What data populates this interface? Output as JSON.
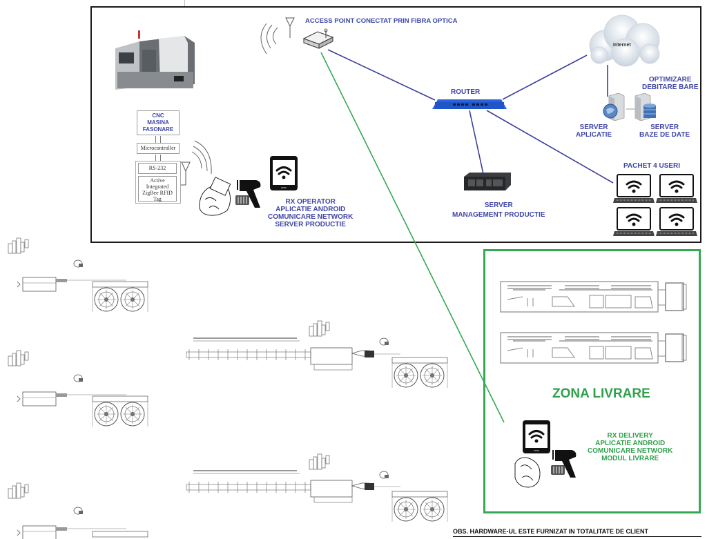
{
  "network": {
    "access_point_label": "ACCESS POINT CONECTAT PRIN FIBRA OPTICA",
    "router_label": "ROUTER",
    "internet_label": "Internet",
    "optimizare_label": [
      "OPTIMIZARE",
      "DEBITARE BARE"
    ],
    "server_aplicatie_label": [
      "SERVER",
      "APLICATIE"
    ],
    "server_baze_label": [
      "SERVER",
      "BAZE DE DATE"
    ],
    "server_mgmt_label": [
      "SERVER",
      "MANAGEMENT PRODUCTIE"
    ],
    "users_label": "PACHET 4 USERI",
    "users_count": 4
  },
  "cnc": {
    "machine_label": [
      "CNC",
      "MASINA",
      "FASONARE"
    ],
    "microcontroller_label": "Microcontroller",
    "rs232_label": "RS-232",
    "tag_label": [
      "Active",
      "Integrated",
      "ZigBee RFID",
      "Tag"
    ]
  },
  "rx_operator": {
    "lines": [
      "RX OPERATOR",
      "APLICATIE ANDROID",
      "COMUNICARE NETWORK",
      "SERVER PRODUCTIE"
    ]
  },
  "delivery_zone": {
    "title": "ZONA LIVRARE",
    "lines": [
      "RX DELIVERY",
      "APLICATIE ANDROID",
      "COMUNICARE NETWORK",
      "MODUL LIVRARE"
    ]
  },
  "footer_note": "OBS. HARDWARE-UL ESTE FURNIZAT IN TOTALITATE DE CLIENT",
  "colors": {
    "network_link": "#3b3f9a",
    "wireless_link": "#35a853",
    "label_blue": "#3f46a6",
    "label_green": "#2fa14c",
    "router_blue": "#2a63d8"
  }
}
